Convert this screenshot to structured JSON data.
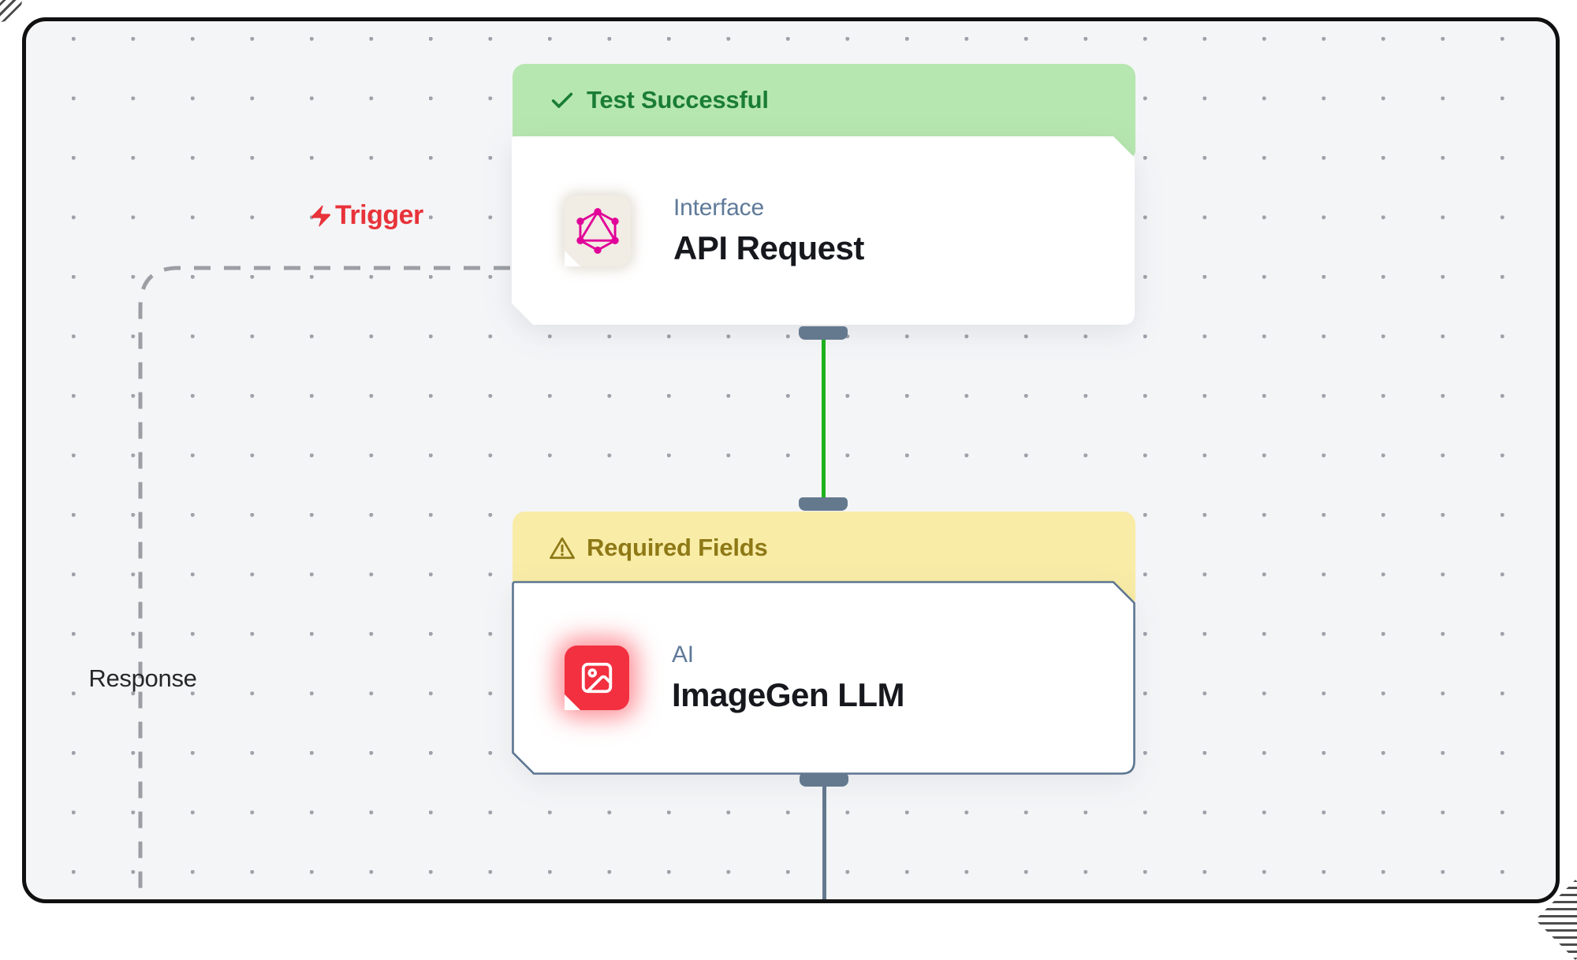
{
  "canvas": {
    "background_color": "#f4f5f7",
    "frame_color": "#101010",
    "dot_grid_color": "#9aa0a6"
  },
  "edges": {
    "trigger_label": "Trigger",
    "response_label": "Response",
    "trigger_color": "#e8333a",
    "dashed_edge_color": "#9b9fa3",
    "success_edge_color": "#1db31d",
    "pending_edge_color": "#64798e"
  },
  "nodes": [
    {
      "id": "api-request",
      "banner": {
        "label": "Test Successful",
        "icon": "check-icon",
        "bg": "#b7e7b0",
        "text_color": "#1a7d35"
      },
      "category": "Interface",
      "title": "API Request",
      "icon": "graphql-icon",
      "icon_color": "#e10098",
      "icon_bg": "#f1ece4"
    },
    {
      "id": "imagegen-llm",
      "banner": {
        "label": "Required Fields",
        "icon": "warning-icon",
        "bg": "#f8eca7",
        "text_color": "#8e7916"
      },
      "category": "AI",
      "title": "ImageGen LLM",
      "icon": "image-icon",
      "icon_color": "#ffffff",
      "icon_bg": "#f23040",
      "border_color": "#5b7590"
    }
  ]
}
